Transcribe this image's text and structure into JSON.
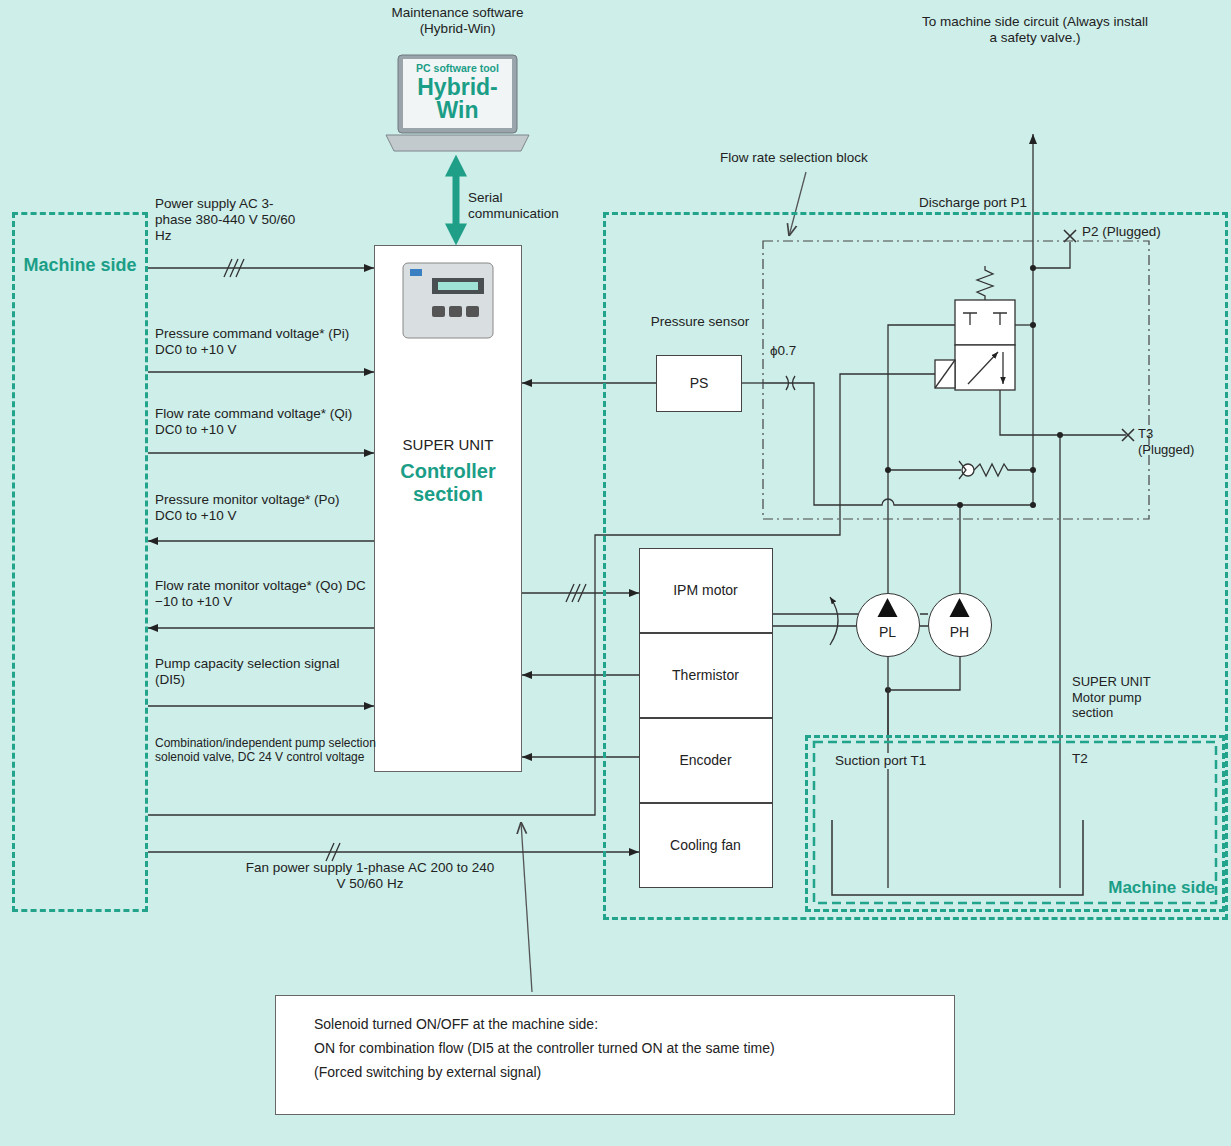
{
  "diagram": {
    "nodes": [
      {
        "text": [
          "Machine side"
        ]
      },
      {
        "text": [
          "Maintenance software (Hybrid-Win)",
          "PC software tool",
          "Hybrid-Win"
        ]
      },
      {
        "text": [
          "SUPER UNIT",
          "Controller section"
        ]
      },
      {
        "text": [
          "SUPER UNIT Motor pump section"
        ]
      },
      {
        "text": [
          "Flow rate selection block"
        ],
        "in": 3
      },
      {
        "text": [
          "Pressure sensor",
          "PS"
        ],
        "in": 3
      },
      {
        "text": [
          "IPM motor"
        ],
        "in": 3
      },
      {
        "text": [
          "Thermistor"
        ],
        "in": 3
      },
      {
        "text": [
          "Encoder"
        ],
        "in": 3
      },
      {
        "text": [
          "Cooling fan"
        ],
        "in": 3
      },
      {
        "text": [
          "PL"
        ],
        "in": 3
      },
      {
        "text": [
          "PH"
        ],
        "in": 3
      },
      {
        "text": [
          "Suction port T1",
          "T2",
          "Machine side"
        ],
        "in": 3
      },
      {
        "text": [
          "Solenoid turned ON/OFF at the machine side:",
          "ON for combination flow (DI5 at the controller turned ON at the same time)",
          "(Forced switching by external signal)"
        ]
      }
    ],
    "edges": [
      {
        "from": 0,
        "to": 2,
        "arrow": "to",
        "label": "Power supply AC 3-phase 380-440 V 50/60 Hz"
      },
      {
        "from": 0,
        "to": 2,
        "arrow": "to",
        "label": "Pressure command voltage* (Pi) DC0 to +10 V"
      },
      {
        "from": 0,
        "to": 2,
        "arrow": "to",
        "label": "Flow rate command voltage* (Qi) DC0 to +10 V"
      },
      {
        "from": 2,
        "to": 0,
        "arrow": "to",
        "label": "Pressure monitor voltage* (Po) DC0 to +10 V"
      },
      {
        "from": 2,
        "to": 0,
        "arrow": "to",
        "label": "Flow rate monitor voltage* (Qo) DC −10 to +10 V"
      },
      {
        "from": 0,
        "to": 2,
        "arrow": "to",
        "label": "Pump capacity selection signal (DI5)"
      },
      {
        "from": 0,
        "to": 4,
        "arrow": "none",
        "label": "Combination/independent pump selection solenoid valve, DC 24 V control voltage"
      },
      {
        "from": 0,
        "to": 9,
        "arrow": "to",
        "label": "Fan power supply 1-phase AC 200 to 240 V 50/60 Hz"
      },
      {
        "from": 1,
        "to": 2,
        "arrow": "both",
        "label": "Serial communication"
      },
      {
        "from": 5,
        "to": 2,
        "arrow": "to"
      },
      {
        "from": 2,
        "to": 6,
        "arrow": "to"
      },
      {
        "from": 7,
        "to": 2,
        "arrow": "to"
      },
      {
        "from": 8,
        "to": 2,
        "arrow": "to"
      },
      {
        "from": 6,
        "to": 10,
        "arrow": "none"
      },
      {
        "from": 5,
        "to": 4,
        "arrow": "none"
      },
      {
        "from": 10,
        "to": 4,
        "arrow": "none"
      },
      {
        "from": 11,
        "to": 4,
        "arrow": "none"
      },
      {
        "from": 12,
        "to": 10,
        "arrow": "none"
      },
      {
        "from": 12,
        "to": 11,
        "arrow": "none"
      },
      {
        "from": 12,
        "to": 4,
        "arrow": "none"
      }
    ],
    "labels": [
      "To machine side circuit (Always install a safety valve.)",
      "Discharge port P1",
      "P2 (Plugged)",
      "T3 (Plugged)",
      "ϕ0.7"
    ]
  }
}
